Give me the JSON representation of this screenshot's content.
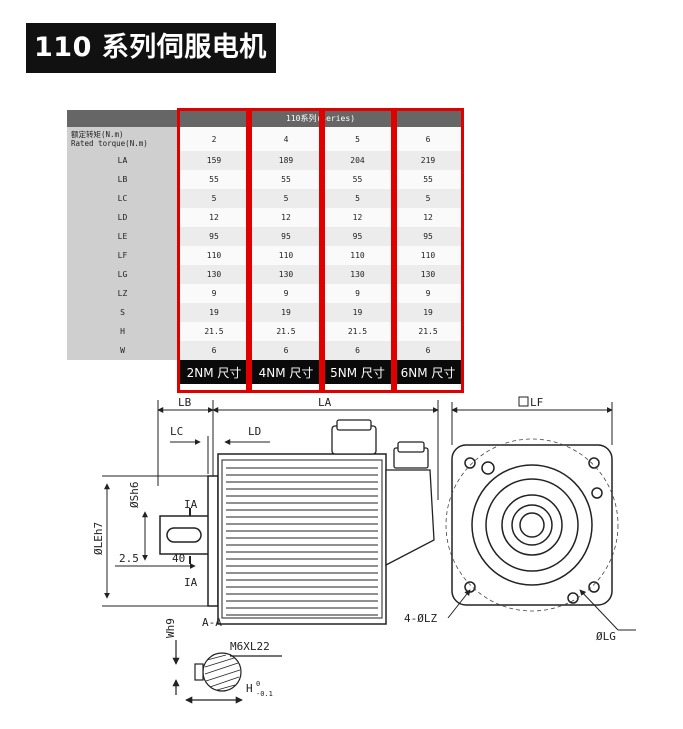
{
  "title": "110 系列伺服电机",
  "table": {
    "series_header": "110系列(series)",
    "torque_label_cn": "额定转矩(N.m)",
    "torque_label_en": "Rated torque(N.m)",
    "torque_values": [
      "2",
      "4",
      "5",
      "6"
    ],
    "rows": [
      {
        "param": "LA",
        "values": [
          "159",
          "189",
          "204",
          "219"
        ]
      },
      {
        "param": "LB",
        "values": [
          "55",
          "55",
          "55",
          "55"
        ]
      },
      {
        "param": "LC",
        "values": [
          "5",
          "5",
          "5",
          "5"
        ]
      },
      {
        "param": "LD",
        "values": [
          "12",
          "12",
          "12",
          "12"
        ]
      },
      {
        "param": "LE",
        "values": [
          "95",
          "95",
          "95",
          "95"
        ]
      },
      {
        "param": "LF",
        "values": [
          "110",
          "110",
          "110",
          "110"
        ]
      },
      {
        "param": "LG",
        "values": [
          "130",
          "130",
          "130",
          "130"
        ]
      },
      {
        "param": "LZ",
        "values": [
          "9",
          "9",
          "9",
          "9"
        ]
      },
      {
        "param": "S",
        "values": [
          "19",
          "19",
          "19",
          "19"
        ]
      },
      {
        "param": "H",
        "values": [
          "21.5",
          "21.5",
          "21.5",
          "21.5"
        ]
      },
      {
        "param": "W",
        "values": [
          "6",
          "6",
          "6",
          "6"
        ]
      }
    ],
    "size_labels": [
      "2NM 尺寸",
      "4NM 尺寸",
      "5NM 尺寸",
      "6NM 尺寸"
    ],
    "highlight_color": "#e00000"
  },
  "drawing": {
    "lb": "LB",
    "la": "LA",
    "lc": "LC",
    "ld": "LD",
    "lf": "LF",
    "ls": "ØSh6",
    "le": "ØLEh7",
    "ia_top": "IA",
    "ia_bottom": "IA",
    "d25": "2.5",
    "d40": "40",
    "aa": "A-A",
    "w9": "Wh9",
    "m6": "M6XL22",
    "h": "H",
    "h_sup": "0",
    "h_sub": "-0.1",
    "lz": "4-ØLZ",
    "lg": "ØLG"
  }
}
